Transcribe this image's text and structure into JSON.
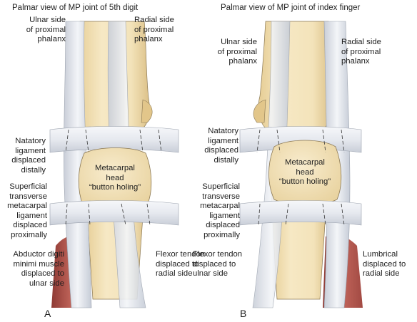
{
  "figure": {
    "colors": {
      "bone": "#f2e2b8",
      "bone_shade": "#e3c98f",
      "ligament": "#e9ecf1",
      "ligament_shade": "#c5cbd6",
      "muscle": "#b5524a",
      "outline": "#555555"
    },
    "panel_a": {
      "title": "Palmar view of MP joint of 5th digit",
      "letter": "A",
      "labels": {
        "ulnar_phalanx": "Ulnar side\nof proximal\nphalanx",
        "radial_phalanx": "Radial side\nof proximal\nphalanx",
        "natatory": "Natatory\nligament\ndisplaced\ndistally",
        "metacarpal": "Metacarpal\nhead\n“button holing”",
        "transverse": "Superficial\ntransverse\nmetacarpal\nligament\ndisplaced\nproximally",
        "abductor": "Abductor digiti\nminimi muscle\ndisplaced to\nulnar side",
        "flexor": "Flexor tendon\ndisplaced to\nradial side"
      }
    },
    "panel_b": {
      "title": "Palmar view of MP joint of index finger",
      "letter": "B",
      "labels": {
        "ulnar_phalanx": "Ulnar side\nof proximal\nphalanx",
        "radial_phalanx": "Radial side\nof proximal\nphalanx",
        "natatory": "Natatory\nligament\ndisplaced\ndistally",
        "metacarpal": "Metacarpal\nhead\n“button holing”",
        "transverse": "Superficial\ntransverse\nmetacarpal\nligament\ndisplaced\nproximally",
        "flexor": "Flexor tendon\ndisplaced to\nulnar side",
        "lumbrical": "Lumbrical\ndisplaced to\nradial side"
      }
    }
  }
}
